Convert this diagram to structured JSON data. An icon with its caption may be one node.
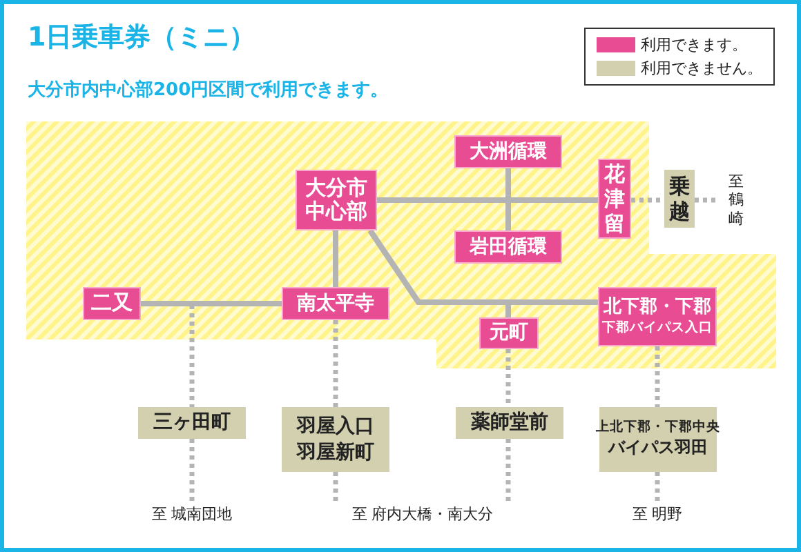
{
  "diagram": {
    "title": "1日乗車券（ミニ）",
    "nodes": [
      {
        "text": [
          "大分市中心部"
        ]
      },
      {
        "text": [
          "大洲循環"
        ]
      },
      {
        "text": [
          "花津留"
        ]
      },
      {
        "text": [
          "乗越"
        ]
      },
      {
        "text": [
          "岩田循環"
        ]
      },
      {
        "text": [
          "二又"
        ]
      },
      {
        "text": [
          "南太平寺"
        ]
      },
      {
        "text": [
          "元町"
        ]
      },
      {
        "text": [
          "北下郡・下郡",
          "下郡バイパス入口"
        ]
      },
      {
        "text": [
          "至鶴崎"
        ]
      },
      {
        "text": [
          "三ヶ田町"
        ]
      },
      {
        "text": [
          "羽屋入口",
          "羽屋新町"
        ]
      },
      {
        "text": [
          "薬師堂前"
        ]
      },
      {
        "text": [
          "上北下郡・下郡中央",
          "バイパス羽田"
        ]
      },
      {
        "text": [
          "至 城南団地"
        ]
      },
      {
        "text": [
          "至 府内大橋・南大分"
        ]
      },
      {
        "text": [
          "至 明野"
        ]
      }
    ],
    "edges": [
      {
        "from": 0,
        "to": 2,
        "arrow": "none"
      },
      {
        "from": 1,
        "to": 4,
        "arrow": "none"
      },
      {
        "from": 0,
        "to": 6,
        "arrow": "none"
      },
      {
        "from": 5,
        "to": 6,
        "arrow": "none"
      },
      {
        "from": 0,
        "to": 8,
        "arrow": "none"
      },
      {
        "from": 0,
        "to": 7,
        "arrow": "none"
      },
      {
        "from": 2,
        "to": 3,
        "arrow": "none",
        "style": "dashed"
      },
      {
        "from": 3,
        "to": 9,
        "arrow": "none",
        "style": "dashed"
      },
      {
        "from": 6,
        "to": 10,
        "arrow": "none",
        "style": "dashed"
      },
      {
        "from": 10,
        "to": 14,
        "arrow": "none",
        "style": "dashed"
      },
      {
        "from": 6,
        "to": 11,
        "arrow": "none",
        "style": "dashed"
      },
      {
        "from": 11,
        "to": 15,
        "arrow": "none",
        "style": "dashed"
      },
      {
        "from": 7,
        "to": 12,
        "arrow": "none",
        "style": "dashed"
      },
      {
        "from": 12,
        "to": 15,
        "arrow": "none",
        "style": "dashed"
      },
      {
        "from": 8,
        "to": 13,
        "arrow": "none",
        "style": "dashed"
      },
      {
        "from": 13,
        "to": 16,
        "arrow": "none",
        "style": "dashed"
      }
    ],
    "labels": [
      "大分市内中心部200円区間で利用できます。"
    ],
    "legend": [
      {
        "text": "利用できます。",
        "color": "#e84c93"
      },
      {
        "text": "利用できません。",
        "color": "#d3d0b0"
      }
    ]
  }
}
